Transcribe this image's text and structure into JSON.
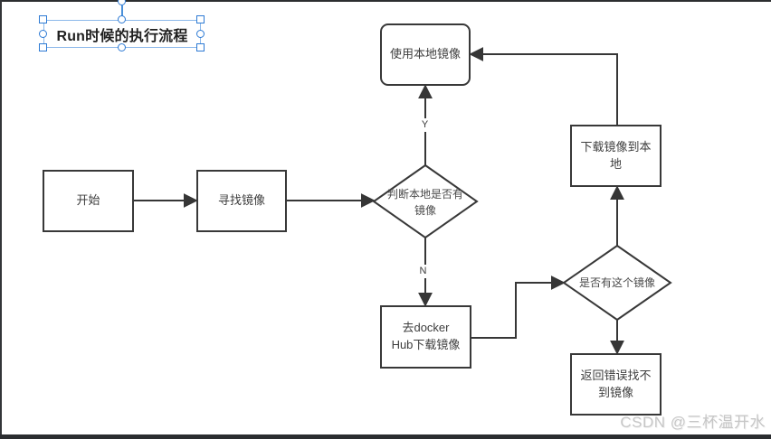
{
  "title": {
    "text": "Run时候的执行流程"
  },
  "nodes": {
    "start": {
      "label": "开始"
    },
    "find_image": {
      "label": "寻找镜像"
    },
    "check_local": {
      "label": "判断本地是否有\n镜像"
    },
    "use_local": {
      "label": "使用本地镜像"
    },
    "download_local": {
      "label": "下载镜像到本\n地"
    },
    "go_dockerhub": {
      "label": "去docker\nHub下载镜像"
    },
    "check_hub": {
      "label": "是否有这个镜像"
    },
    "return_error": {
      "label": "返回错误找不\n到镜像"
    }
  },
  "edge_labels": {
    "yes": "Y",
    "no": "N"
  },
  "watermark": {
    "text": "CSDN @三杯温开水"
  },
  "colors": {
    "shape_stroke": "#383838",
    "selection_handle_blue": "#2d7ad4",
    "selection_line_blue": "#8cb8ea",
    "frame_dark": "#2c2e30",
    "watermark_gray": "#c6c6c6"
  }
}
